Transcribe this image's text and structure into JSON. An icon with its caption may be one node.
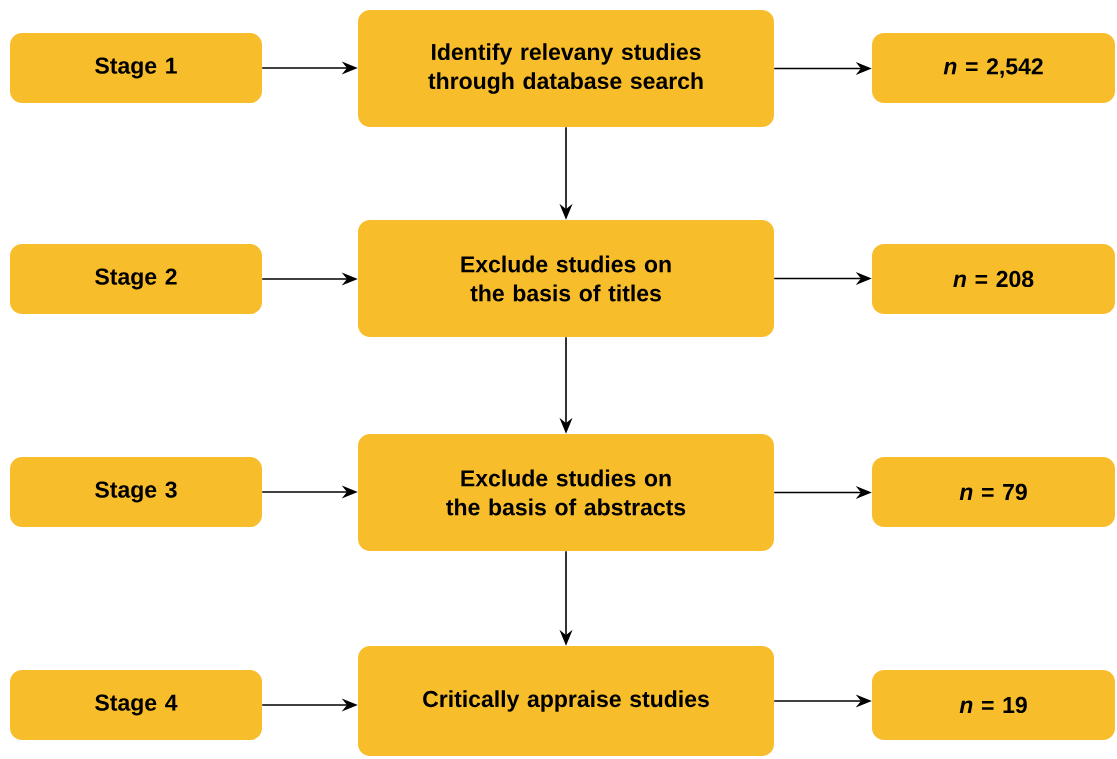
{
  "diagram": {
    "nodes": [
      {
        "text": [
          "Stage 1"
        ]
      },
      {
        "text": [
          "Identify relevany studies through database search"
        ]
      },
      {
        "text": [
          "*n* = 2,542"
        ]
      },
      {
        "text": [
          "Stage 2"
        ]
      },
      {
        "text": [
          "Exclude studies on the basis of titles"
        ]
      },
      {
        "text": [
          "*n* = 208"
        ]
      },
      {
        "text": [
          "Stage 3"
        ]
      },
      {
        "text": [
          "Exclude studies on the basis of abstracts"
        ]
      },
      {
        "text": [
          "*n* = 79"
        ]
      },
      {
        "text": [
          "Stage 4"
        ]
      },
      {
        "text": [
          "Critically appraise studies"
        ]
      },
      {
        "text": [
          "*n* = 19"
        ]
      }
    ],
    "edges": [
      {
        "from": 0,
        "to": 1,
        "arrow": "to"
      },
      {
        "from": 1,
        "to": 2,
        "arrow": "to"
      },
      {
        "from": 1,
        "to": 4,
        "arrow": "to"
      },
      {
        "from": 3,
        "to": 4,
        "arrow": "to"
      },
      {
        "from": 4,
        "to": 5,
        "arrow": "to"
      },
      {
        "from": 4,
        "to": 7,
        "arrow": "to"
      },
      {
        "from": 6,
        "to": 7,
        "arrow": "to"
      },
      {
        "from": 7,
        "to": 8,
        "arrow": "to"
      },
      {
        "from": 7,
        "to": 10,
        "arrow": "to"
      },
      {
        "from": 9,
        "to": 10,
        "arrow": "to"
      },
      {
        "from": 10,
        "to": 11,
        "arrow": "to"
      }
    ]
  }
}
